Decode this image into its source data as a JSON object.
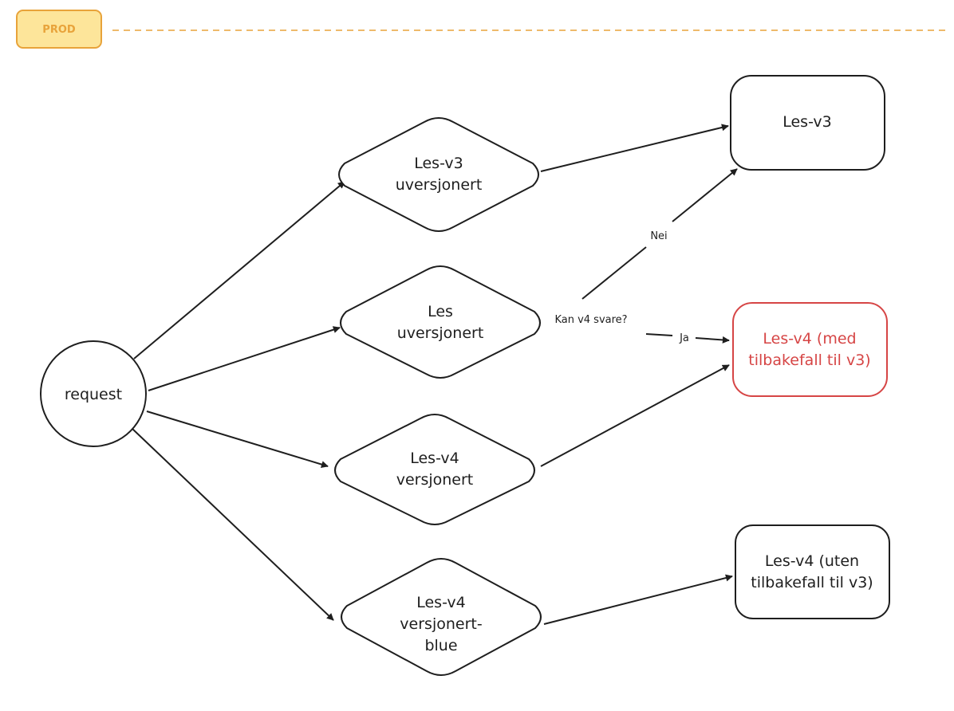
{
  "environment": {
    "label": "PROD",
    "badge_fill": "#fde59a",
    "badge_stroke": "#e8a33a",
    "divider_color": "#e8a33a"
  },
  "colors": {
    "stroke": "#1e1e1e",
    "highlight": "#d64545"
  },
  "nodes": {
    "request": {
      "label": "request",
      "shape": "circle"
    },
    "les_v3_uversjonert": {
      "lines": [
        "Les-v3",
        "uversjonert"
      ],
      "shape": "diamond"
    },
    "les_uversjonert": {
      "lines": [
        "Les",
        "uversjonert"
      ],
      "shape": "diamond"
    },
    "les_v4_versjonert": {
      "lines": [
        "Les-v4",
        "versjonert"
      ],
      "shape": "diamond"
    },
    "les_v4_versjonert_blue": {
      "lines": [
        "Les-v4",
        "versjonert-",
        "blue"
      ],
      "shape": "diamond"
    },
    "les_v3": {
      "lines": [
        "Les-v3"
      ],
      "shape": "rounded-rect"
    },
    "les_v4_med": {
      "lines": [
        "Les-v4 (med",
        "tilbakefall til v3)"
      ],
      "shape": "rounded-rect",
      "highlight": true
    },
    "les_v4_uten": {
      "lines": [
        "Les-v4 (uten",
        "tilbakefall til v3)"
      ],
      "shape": "rounded-rect"
    }
  },
  "edge_labels": {
    "question": "Kan v4 svare?",
    "no": "Nei",
    "yes": "Ja"
  }
}
